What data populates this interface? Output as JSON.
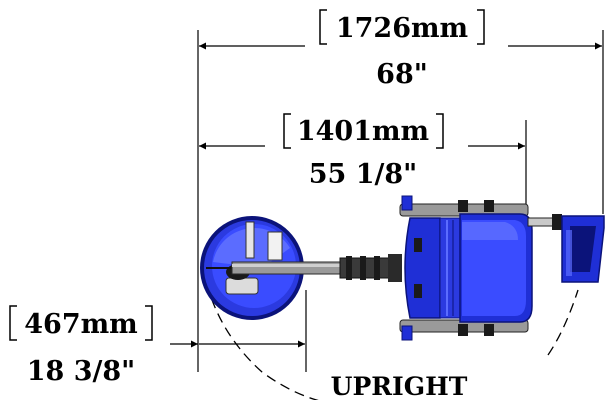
{
  "dimensions": {
    "overall": {
      "metric": "1726mm",
      "imperial": "68\""
    },
    "reach": {
      "metric": "1401mm",
      "imperial": "55 1/8\""
    },
    "bowl": {
      "metric": "467mm",
      "imperial": "18 3/8\""
    }
  },
  "position_label": "UPRIGHT",
  "colors": {
    "line": "#000000",
    "body_blue": "#1f2fd6",
    "body_blue_dark": "#0b137a",
    "body_blue_light": "#5b6cff",
    "frame_gray": "#9a9a9a",
    "frame_dark": "#3a3a3a"
  }
}
